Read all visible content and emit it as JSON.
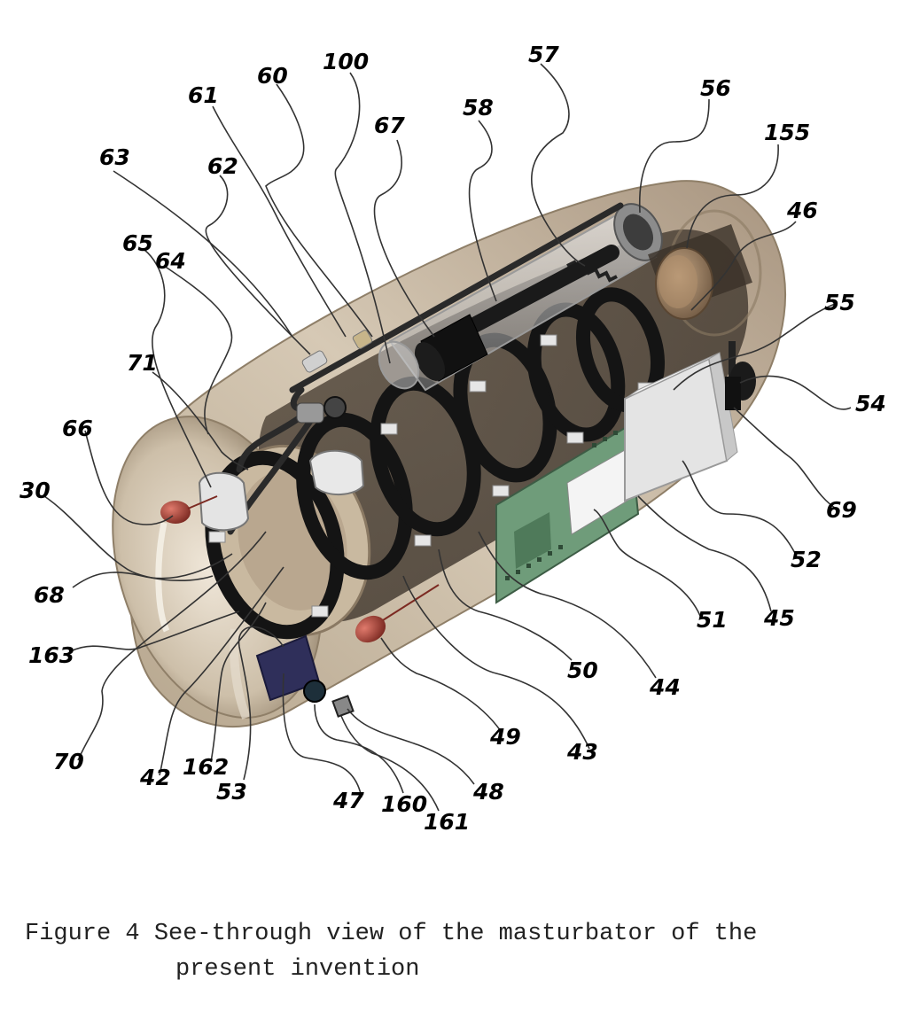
{
  "figure": {
    "caption_line1": "Figure 4 See-through view of the masturbator of the",
    "caption_line2": "present invention"
  },
  "reference_numerals": {
    "n100": "100",
    "n57": "57",
    "n56": "56",
    "n155": "155",
    "n46": "46",
    "n55": "55",
    "n54": "54",
    "n69": "69",
    "n52": "52",
    "n45": "45",
    "n51": "51",
    "n44": "44",
    "n43": "43",
    "n50": "50",
    "n49": "49",
    "n48": "48",
    "n161": "161",
    "n160": "160",
    "n47": "47",
    "n53": "53",
    "n162": "162",
    "n42": "42",
    "n70": "70",
    "n163": "163",
    "n68": "68",
    "n30": "30",
    "n66": "66",
    "n71": "71",
    "n65": "65",
    "n64": "64",
    "n63": "63",
    "n62": "62",
    "n61": "61",
    "n60": "60",
    "n67": "67",
    "n58": "58"
  },
  "colors": {
    "housing": "#cbbba3",
    "housing_dark": "#8f7f68",
    "coil": "#141414",
    "circuit_board": "#6f9c7a",
    "led_red": "#b0483c",
    "battery": "#e4e4e4",
    "cap_brown": "#9a7a5c"
  }
}
